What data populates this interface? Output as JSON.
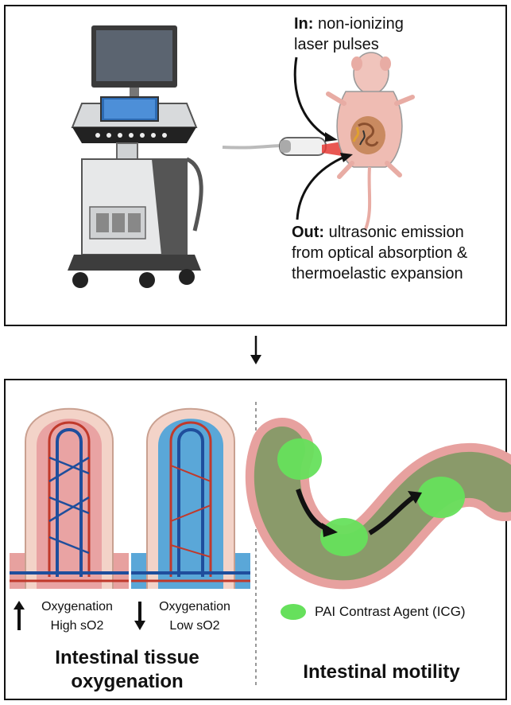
{
  "top_panel": {
    "in_label": "In:",
    "in_text_line1": "non-ionizing",
    "in_text_line2": "laser pulses",
    "out_label": "Out:",
    "out_text_line1": "ultrasonic emission",
    "out_text_line2": "from optical absorption &",
    "out_text_line3": "thermoelastic expansion"
  },
  "bottom_panel": {
    "high_label_1": "Oxygenation",
    "high_label_2": "High sO2",
    "low_label_1": "Oxygenation",
    "low_label_2": "Low sO2",
    "left_caption_1": "Intestinal tissue",
    "left_caption_2": "oxygenation",
    "right_caption": "Intestinal motility",
    "legend_label": "PAI Contrast Agent (ICG)"
  },
  "colors": {
    "oxygenated": "#e8a0a0",
    "deoxygenated": "#5aa7d8",
    "artery": "#c0392b",
    "vein": "#1f4e9c",
    "contrast_agent": "#66e05c",
    "intestine_wall": "#8a9a6a",
    "laser": "#e53935"
  },
  "icons": [
    "ultrasound-machine-icon",
    "mouse-icon",
    "transducer-icon",
    "villus-icon",
    "intestine-icon"
  ]
}
